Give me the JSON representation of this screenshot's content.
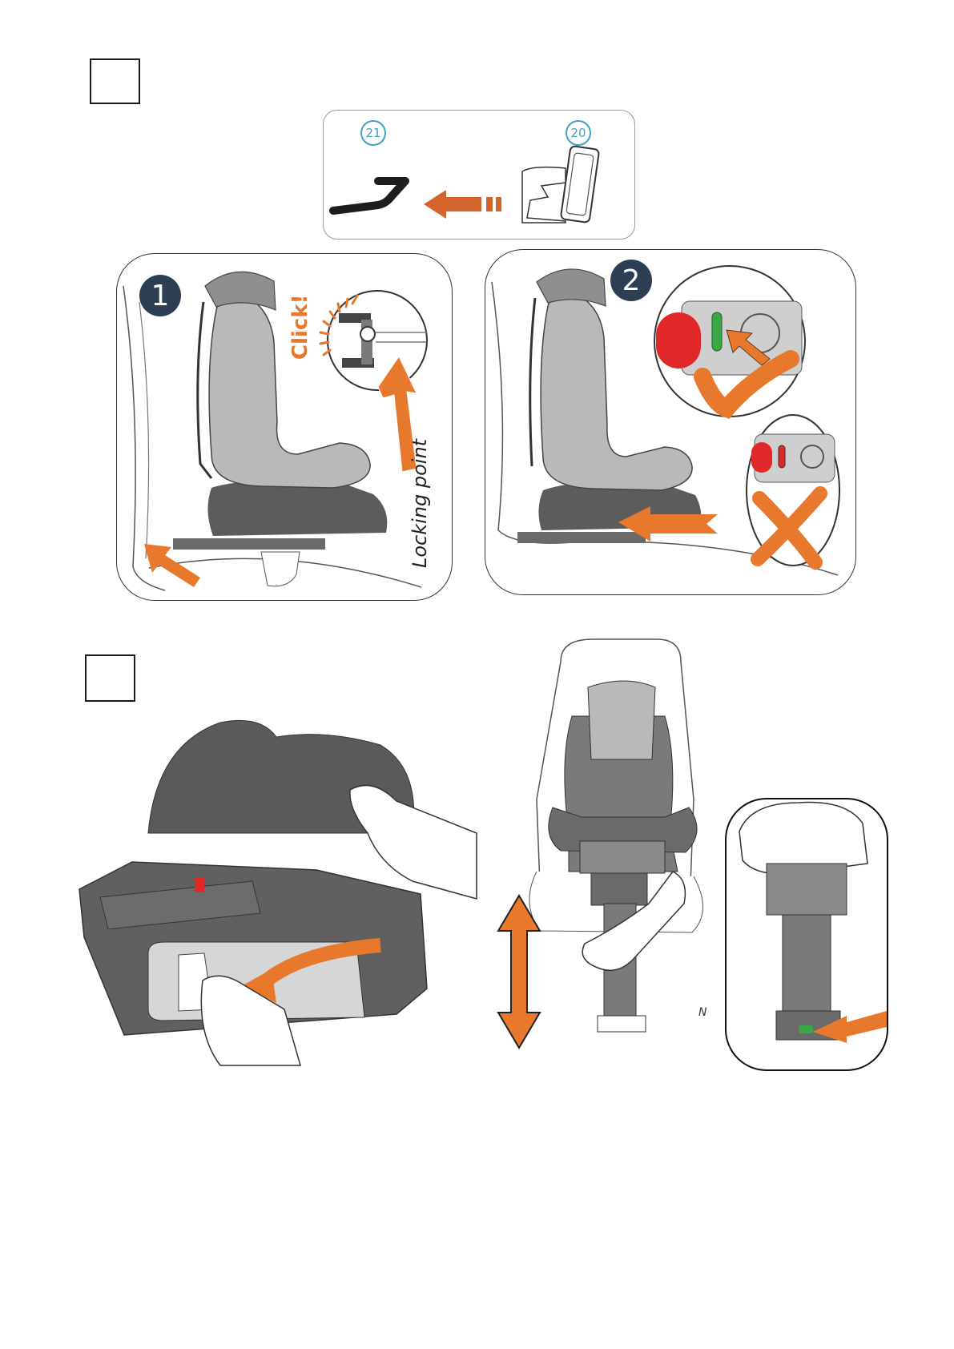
{
  "section_a": {
    "parts": {
      "left_number": "21",
      "right_number": "20"
    },
    "panel1": {
      "step": "1",
      "click_text": "Click!",
      "locking_text": "Locking point"
    },
    "panel2": {
      "step": "2"
    }
  },
  "section_b": {
    "cropped_text": "N"
  },
  "colors": {
    "accent_orange": "#e8782c",
    "badge_navy": "#2e3e52",
    "part_teal": "#3da4c3",
    "indicator_red": "#e02828",
    "indicator_green": "#3aa845"
  },
  "icons": [
    "isofix-guide",
    "seat-base",
    "orange-arrow",
    "checkmark",
    "cross",
    "double-arrow",
    "hand"
  ]
}
